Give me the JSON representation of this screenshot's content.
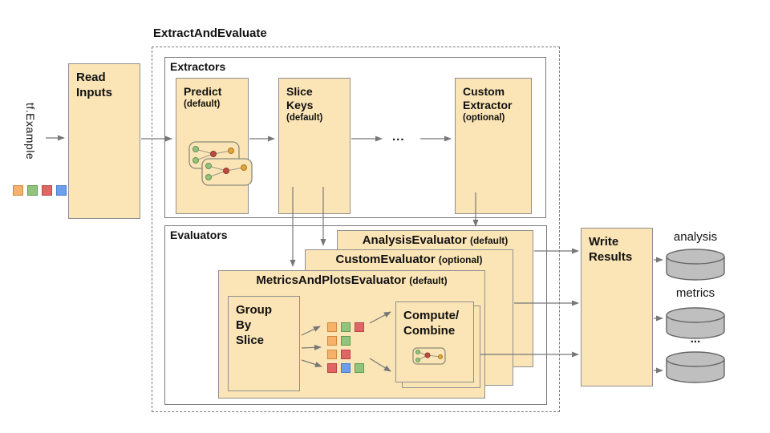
{
  "title": "ExtractAndEvaluate",
  "colors": {
    "box_fill": "#FBE5B6",
    "box_border": "#8F8F8F",
    "outline_border": "#7A7A7A",
    "arrow": "#777777",
    "cylinder_fill": "#BFBFBF",
    "cylinder_border": "#666666",
    "sq_orange": "#F6B26B",
    "sq_orange_border": "#CE8A38",
    "sq_green": "#93C47D",
    "sq_green_border": "#5F9C4E",
    "sq_red": "#E06666",
    "sq_red_border": "#B94442",
    "sq_blue": "#6D9EEB",
    "sq_blue_border": "#4A7BC9",
    "dot_green": "#93C47D",
    "dot_red": "#BE4B3F",
    "dot_yellow": "#E2A33B"
  },
  "input": {
    "label": "tf.Example",
    "squares": [
      "orange",
      "green",
      "red",
      "blue"
    ]
  },
  "read_inputs": {
    "label": "Read Inputs"
  },
  "extractors": {
    "title": "Extractors",
    "predict": {
      "name": "Predict",
      "qualifier": "(default)"
    },
    "slice_keys": {
      "name": "Slice Keys",
      "qualifier": "(default)"
    },
    "ellipsis": "...",
    "custom": {
      "name": "Custom Extractor",
      "qualifier": "(optional)"
    }
  },
  "evaluators": {
    "title": "Evaluators",
    "analysis": {
      "name": "AnalysisEvaluator",
      "qualifier": "(default)"
    },
    "custom": {
      "name": "CustomEvaluator",
      "qualifier": "(optional)"
    },
    "metrics_and_plots": {
      "name": "MetricsAndPlotsEvaluator",
      "qualifier": "(default)"
    },
    "group_by_slice": {
      "label": "Group By Slice"
    },
    "compute_combine": {
      "label": "Compute/ Combine"
    },
    "slice_groups": [
      [
        "orange",
        "green",
        "red"
      ],
      [
        "orange",
        "green"
      ],
      [
        "orange",
        "red"
      ],
      [
        "red",
        "blue",
        "green"
      ]
    ]
  },
  "write_results": {
    "label": "Write Results"
  },
  "outputs": [
    {
      "label": "analysis"
    },
    {
      "label": "metrics"
    },
    {
      "label": "..."
    }
  ]
}
